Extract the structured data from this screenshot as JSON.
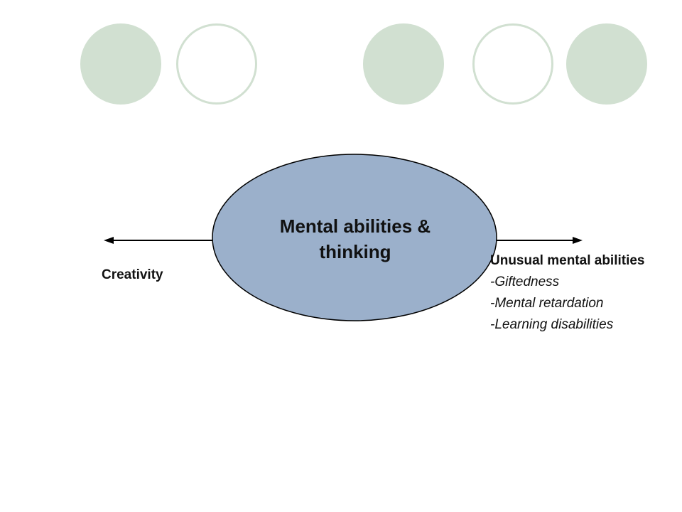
{
  "colors": {
    "decor_green": "#d1e0d1",
    "ellipse_fill": "#9bb0cb",
    "ellipse_stroke": "#000000",
    "arrow": "#000000",
    "text": "#111111"
  },
  "decorations": {
    "circles": [
      {
        "style": "filled"
      },
      {
        "style": "outline"
      },
      {
        "style": "filled"
      },
      {
        "style": "outline"
      },
      {
        "style": "filled"
      }
    ]
  },
  "diagram": {
    "center": {
      "line1": "Mental abilities &",
      "line2": "thinking"
    },
    "left": {
      "label": "Creativity"
    },
    "right": {
      "heading": "Unusual mental abilities",
      "items": [
        "-Giftedness",
        "-Mental retardation",
        "-Learning disabilities"
      ]
    }
  }
}
